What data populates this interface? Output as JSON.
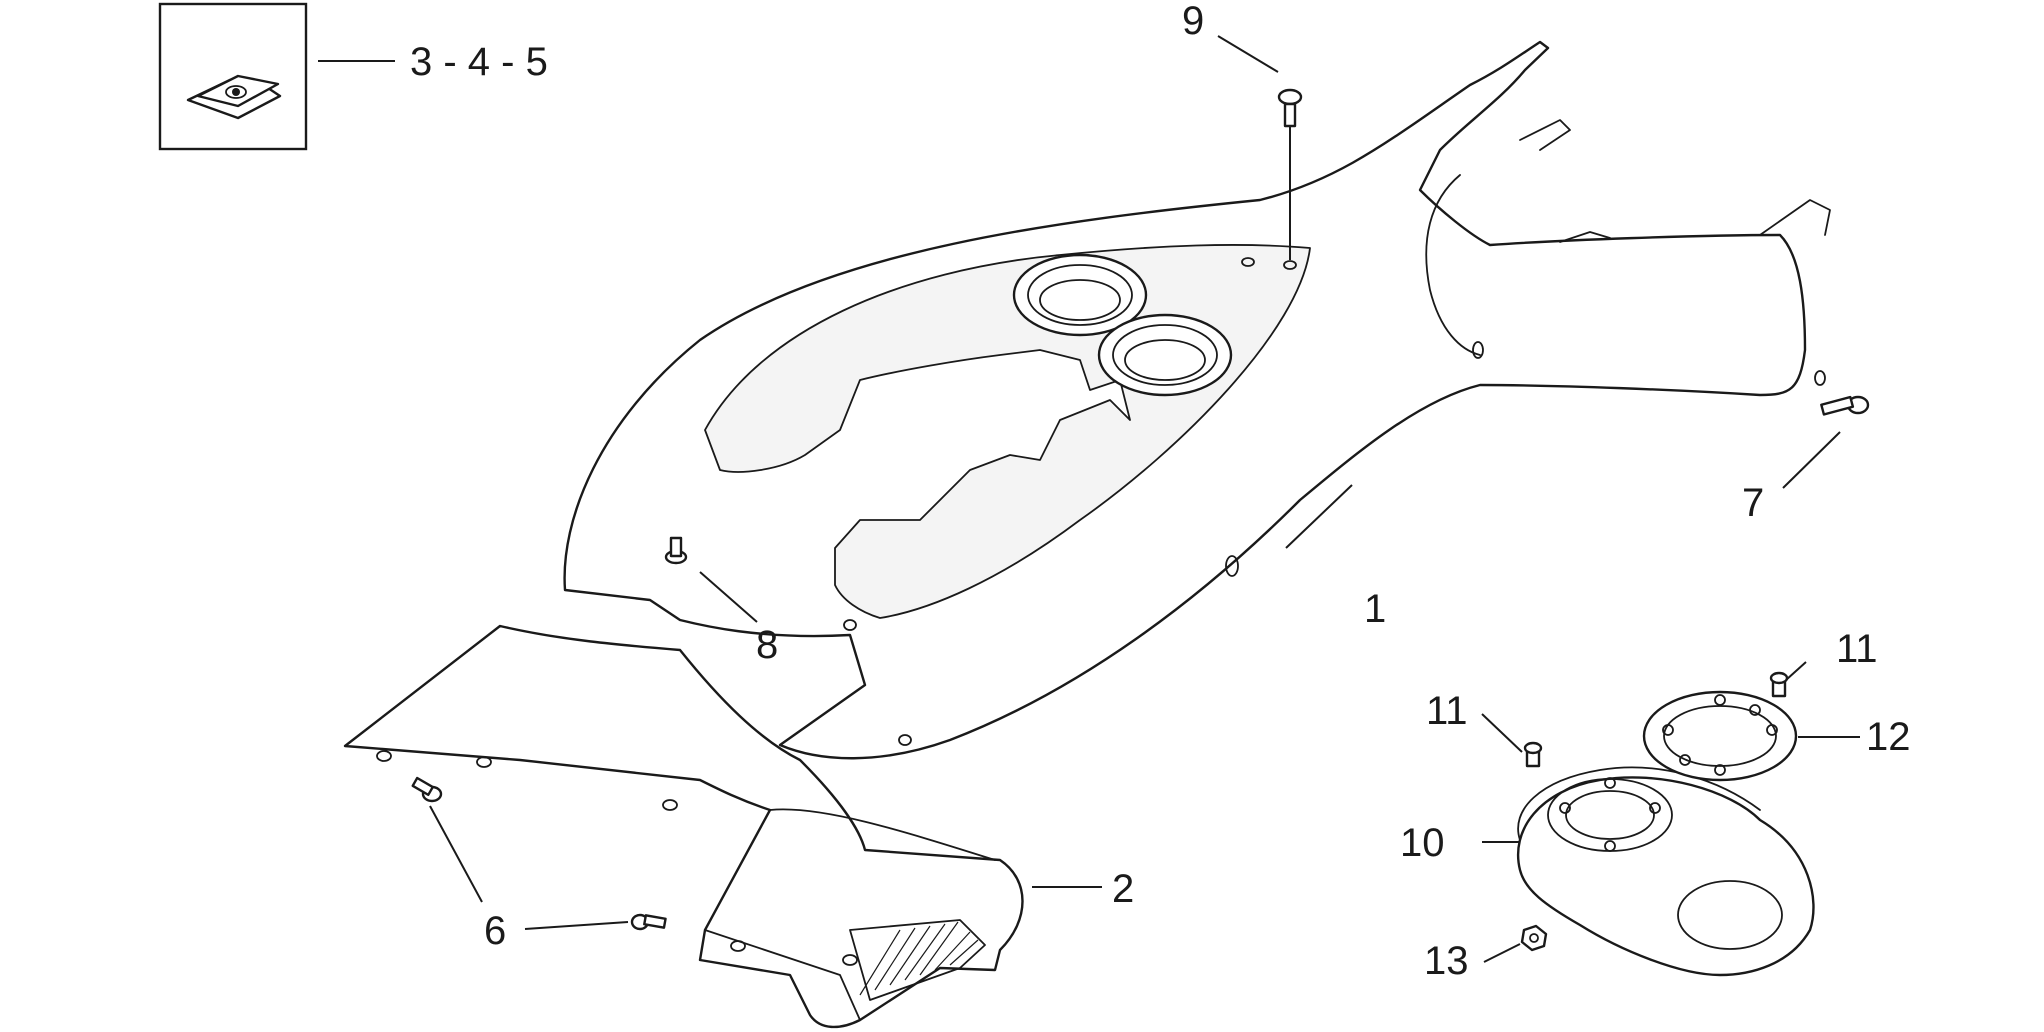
{
  "callouts": {
    "c1": "1",
    "c2": "2",
    "c345": "3 - 4 - 5",
    "c6": "6",
    "c7": "7",
    "c8": "8",
    "c9": "9",
    "c10": "10",
    "c11a": "11",
    "c11b": "11",
    "c12": "12",
    "c13": "13"
  }
}
